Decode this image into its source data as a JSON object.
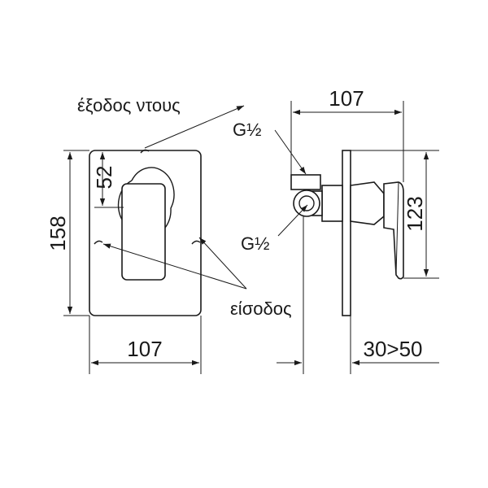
{
  "labels": {
    "shower_outlet": "έξοδος ντους",
    "inlet": "είσοδος",
    "thread_top": "G½",
    "thread_bottom": "G½"
  },
  "dimensions": {
    "front_height": "158",
    "front_width": "107",
    "handle_offset": "52",
    "side_depth": "107",
    "side_height": "123",
    "install_depth": "30>50"
  }
}
